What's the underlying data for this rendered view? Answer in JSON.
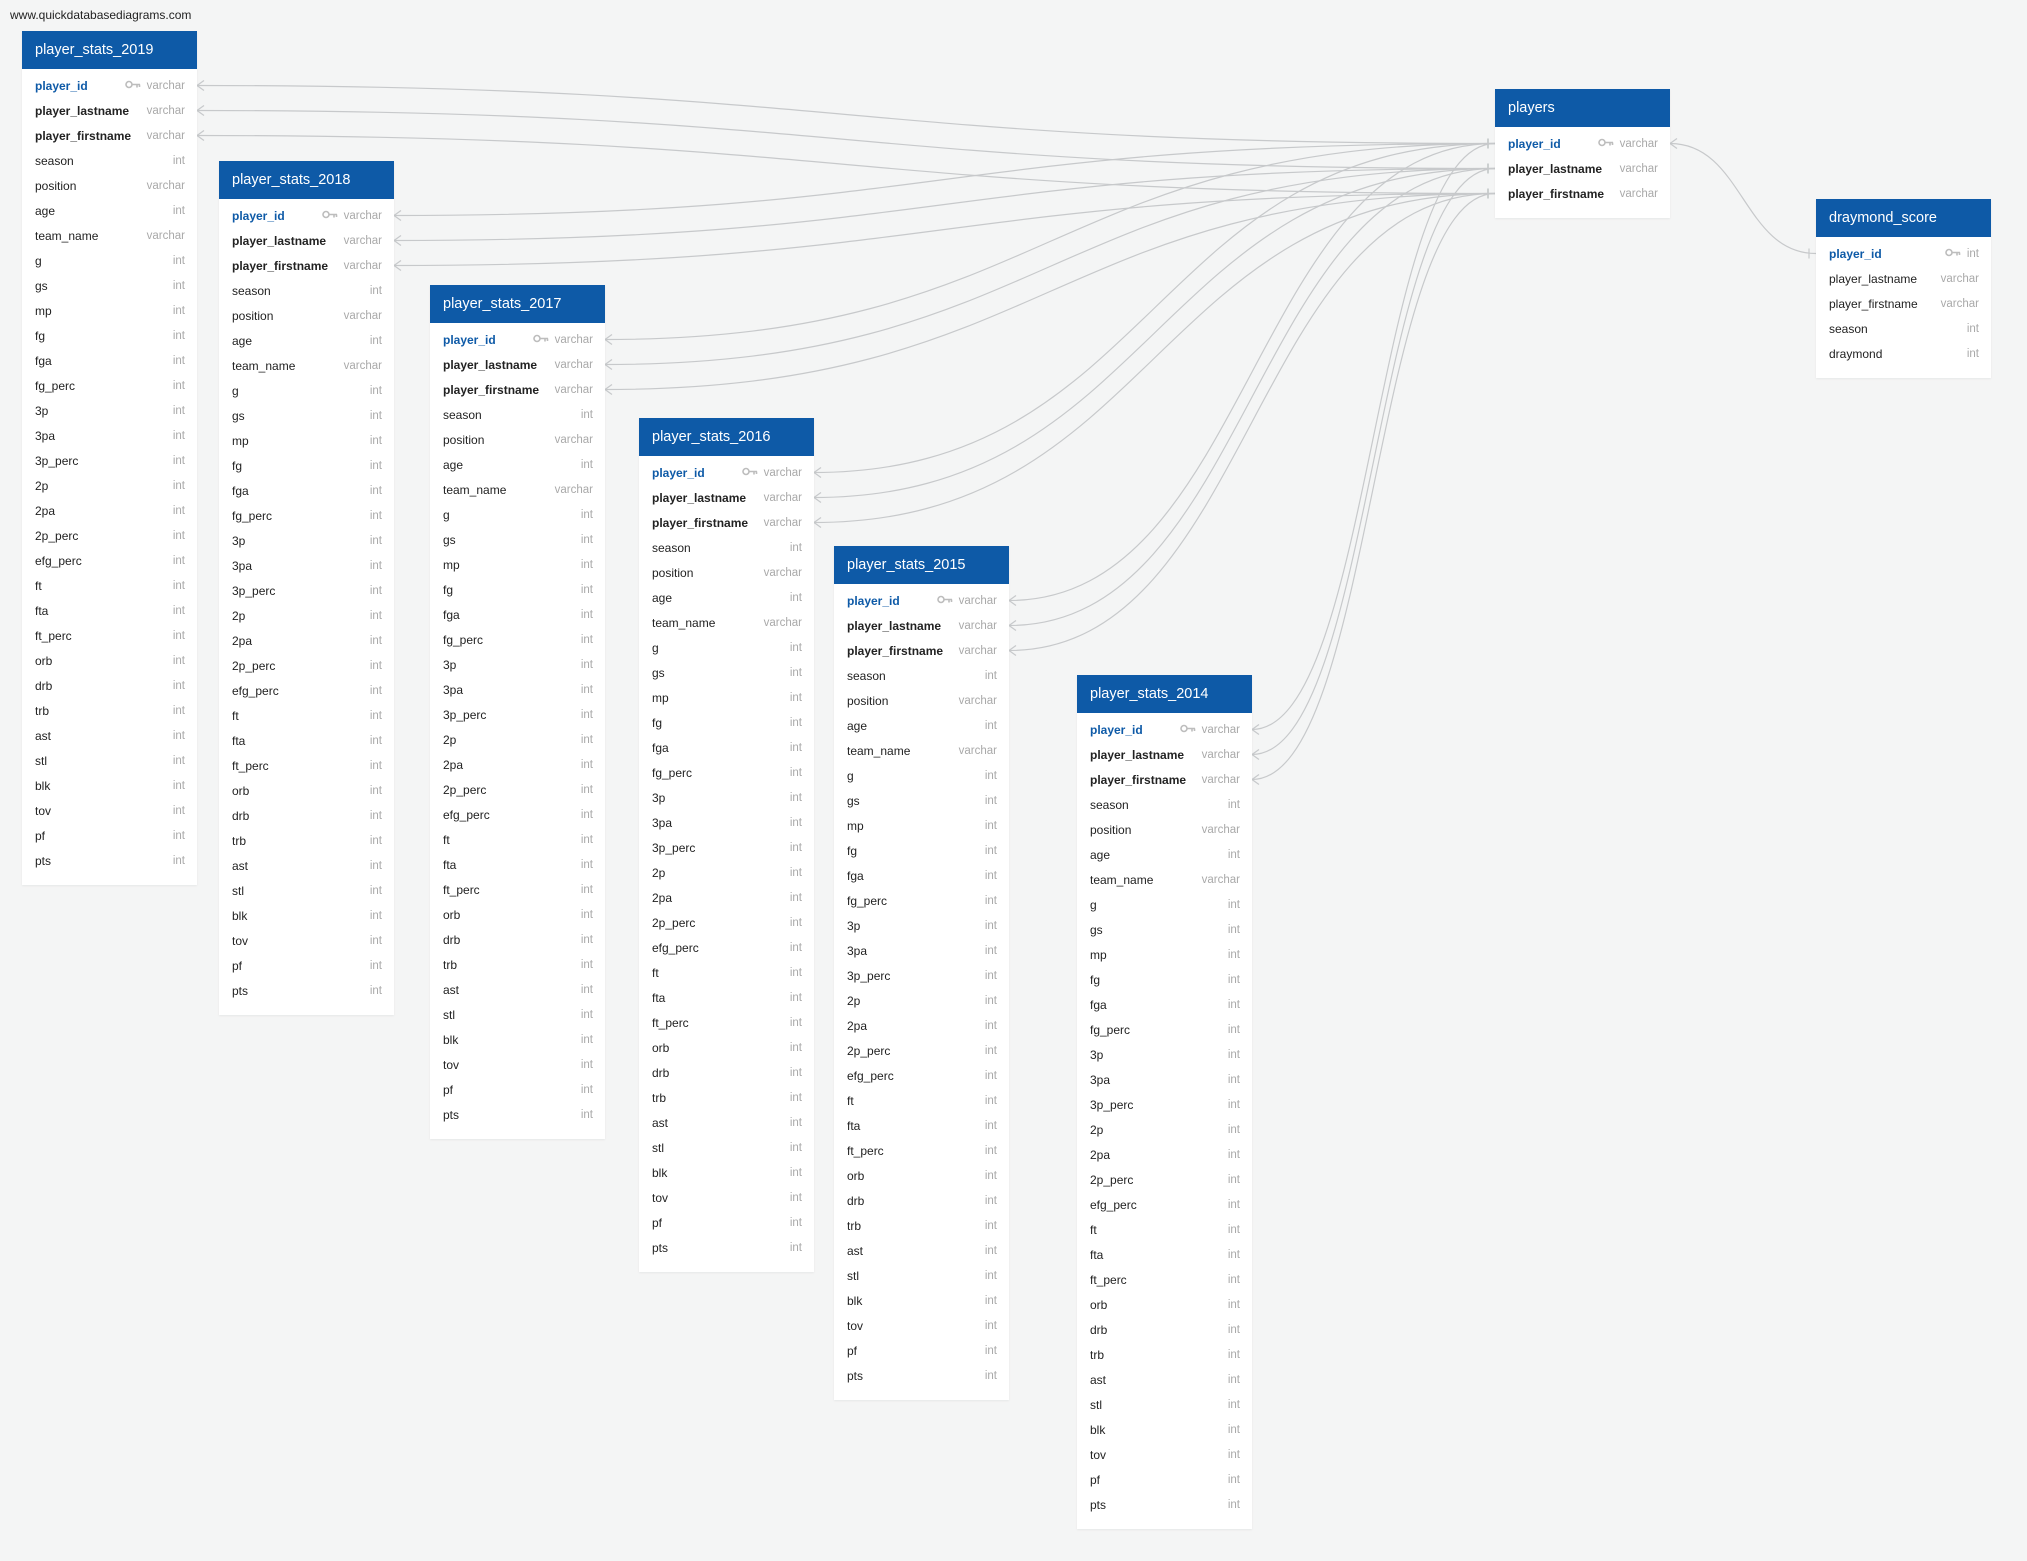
{
  "site_url": "www.quickdatabasediagrams.com",
  "icons": {
    "primary_key": "key-icon"
  },
  "colors": {
    "header": "#0e5aa7",
    "background": "#f4f5f5",
    "pk_text": "#0e5aa7",
    "type_text": "#a9a9a9",
    "link_line": "#c7c9cb"
  },
  "tables": [
    {
      "id": "player_stats_2019",
      "title": "player_stats_2019",
      "columns": [
        {
          "name": "player_id",
          "type": "varchar",
          "pk": true
        },
        {
          "name": "player_lastname",
          "type": "varchar",
          "fk": true
        },
        {
          "name": "player_firstname",
          "type": "varchar",
          "fk": true
        },
        {
          "name": "season",
          "type": "int"
        },
        {
          "name": "position",
          "type": "varchar"
        },
        {
          "name": "age",
          "type": "int"
        },
        {
          "name": "team_name",
          "type": "varchar"
        },
        {
          "name": "g",
          "type": "int"
        },
        {
          "name": "gs",
          "type": "int"
        },
        {
          "name": "mp",
          "type": "int"
        },
        {
          "name": "fg",
          "type": "int"
        },
        {
          "name": "fga",
          "type": "int"
        },
        {
          "name": "fg_perc",
          "type": "int"
        },
        {
          "name": "3p",
          "type": "int"
        },
        {
          "name": "3pa",
          "type": "int"
        },
        {
          "name": "3p_perc",
          "type": "int"
        },
        {
          "name": "2p",
          "type": "int"
        },
        {
          "name": "2pa",
          "type": "int"
        },
        {
          "name": "2p_perc",
          "type": "int"
        },
        {
          "name": "efg_perc",
          "type": "int"
        },
        {
          "name": "ft",
          "type": "int"
        },
        {
          "name": "fta",
          "type": "int"
        },
        {
          "name": "ft_perc",
          "type": "int"
        },
        {
          "name": "orb",
          "type": "int"
        },
        {
          "name": "drb",
          "type": "int"
        },
        {
          "name": "trb",
          "type": "int"
        },
        {
          "name": "ast",
          "type": "int"
        },
        {
          "name": "stl",
          "type": "int"
        },
        {
          "name": "blk",
          "type": "int"
        },
        {
          "name": "tov",
          "type": "int"
        },
        {
          "name": "pf",
          "type": "int"
        },
        {
          "name": "pts",
          "type": "int"
        }
      ]
    },
    {
      "id": "player_stats_2018",
      "title": "player_stats_2018",
      "columns": [
        {
          "name": "player_id",
          "type": "varchar",
          "pk": true
        },
        {
          "name": "player_lastname",
          "type": "varchar",
          "fk": true
        },
        {
          "name": "player_firstname",
          "type": "varchar",
          "fk": true
        },
        {
          "name": "season",
          "type": "int"
        },
        {
          "name": "position",
          "type": "varchar"
        },
        {
          "name": "age",
          "type": "int"
        },
        {
          "name": "team_name",
          "type": "varchar"
        },
        {
          "name": "g",
          "type": "int"
        },
        {
          "name": "gs",
          "type": "int"
        },
        {
          "name": "mp",
          "type": "int"
        },
        {
          "name": "fg",
          "type": "int"
        },
        {
          "name": "fga",
          "type": "int"
        },
        {
          "name": "fg_perc",
          "type": "int"
        },
        {
          "name": "3p",
          "type": "int"
        },
        {
          "name": "3pa",
          "type": "int"
        },
        {
          "name": "3p_perc",
          "type": "int"
        },
        {
          "name": "2p",
          "type": "int"
        },
        {
          "name": "2pa",
          "type": "int"
        },
        {
          "name": "2p_perc",
          "type": "int"
        },
        {
          "name": "efg_perc",
          "type": "int"
        },
        {
          "name": "ft",
          "type": "int"
        },
        {
          "name": "fta",
          "type": "int"
        },
        {
          "name": "ft_perc",
          "type": "int"
        },
        {
          "name": "orb",
          "type": "int"
        },
        {
          "name": "drb",
          "type": "int"
        },
        {
          "name": "trb",
          "type": "int"
        },
        {
          "name": "ast",
          "type": "int"
        },
        {
          "name": "stl",
          "type": "int"
        },
        {
          "name": "blk",
          "type": "int"
        },
        {
          "name": "tov",
          "type": "int"
        },
        {
          "name": "pf",
          "type": "int"
        },
        {
          "name": "pts",
          "type": "int"
        }
      ]
    },
    {
      "id": "player_stats_2017",
      "title": "player_stats_2017",
      "columns": [
        {
          "name": "player_id",
          "type": "varchar",
          "pk": true
        },
        {
          "name": "player_lastname",
          "type": "varchar",
          "fk": true
        },
        {
          "name": "player_firstname",
          "type": "varchar",
          "fk": true
        },
        {
          "name": "season",
          "type": "int"
        },
        {
          "name": "position",
          "type": "varchar"
        },
        {
          "name": "age",
          "type": "int"
        },
        {
          "name": "team_name",
          "type": "varchar"
        },
        {
          "name": "g",
          "type": "int"
        },
        {
          "name": "gs",
          "type": "int"
        },
        {
          "name": "mp",
          "type": "int"
        },
        {
          "name": "fg",
          "type": "int"
        },
        {
          "name": "fga",
          "type": "int"
        },
        {
          "name": "fg_perc",
          "type": "int"
        },
        {
          "name": "3p",
          "type": "int"
        },
        {
          "name": "3pa",
          "type": "int"
        },
        {
          "name": "3p_perc",
          "type": "int"
        },
        {
          "name": "2p",
          "type": "int"
        },
        {
          "name": "2pa",
          "type": "int"
        },
        {
          "name": "2p_perc",
          "type": "int"
        },
        {
          "name": "efg_perc",
          "type": "int"
        },
        {
          "name": "ft",
          "type": "int"
        },
        {
          "name": "fta",
          "type": "int"
        },
        {
          "name": "ft_perc",
          "type": "int"
        },
        {
          "name": "orb",
          "type": "int"
        },
        {
          "name": "drb",
          "type": "int"
        },
        {
          "name": "trb",
          "type": "int"
        },
        {
          "name": "ast",
          "type": "int"
        },
        {
          "name": "stl",
          "type": "int"
        },
        {
          "name": "blk",
          "type": "int"
        },
        {
          "name": "tov",
          "type": "int"
        },
        {
          "name": "pf",
          "type": "int"
        },
        {
          "name": "pts",
          "type": "int"
        }
      ]
    },
    {
      "id": "player_stats_2016",
      "title": "player_stats_2016",
      "columns": [
        {
          "name": "player_id",
          "type": "varchar",
          "pk": true
        },
        {
          "name": "player_lastname",
          "type": "varchar",
          "fk": true
        },
        {
          "name": "player_firstname",
          "type": "varchar",
          "fk": true
        },
        {
          "name": "season",
          "type": "int"
        },
        {
          "name": "position",
          "type": "varchar"
        },
        {
          "name": "age",
          "type": "int"
        },
        {
          "name": "team_name",
          "type": "varchar"
        },
        {
          "name": "g",
          "type": "int"
        },
        {
          "name": "gs",
          "type": "int"
        },
        {
          "name": "mp",
          "type": "int"
        },
        {
          "name": "fg",
          "type": "int"
        },
        {
          "name": "fga",
          "type": "int"
        },
        {
          "name": "fg_perc",
          "type": "int"
        },
        {
          "name": "3p",
          "type": "int"
        },
        {
          "name": "3pa",
          "type": "int"
        },
        {
          "name": "3p_perc",
          "type": "int"
        },
        {
          "name": "2p",
          "type": "int"
        },
        {
          "name": "2pa",
          "type": "int"
        },
        {
          "name": "2p_perc",
          "type": "int"
        },
        {
          "name": "efg_perc",
          "type": "int"
        },
        {
          "name": "ft",
          "type": "int"
        },
        {
          "name": "fta",
          "type": "int"
        },
        {
          "name": "ft_perc",
          "type": "int"
        },
        {
          "name": "orb",
          "type": "int"
        },
        {
          "name": "drb",
          "type": "int"
        },
        {
          "name": "trb",
          "type": "int"
        },
        {
          "name": "ast",
          "type": "int"
        },
        {
          "name": "stl",
          "type": "int"
        },
        {
          "name": "blk",
          "type": "int"
        },
        {
          "name": "tov",
          "type": "int"
        },
        {
          "name": "pf",
          "type": "int"
        },
        {
          "name": "pts",
          "type": "int"
        }
      ]
    },
    {
      "id": "player_stats_2015",
      "title": "player_stats_2015",
      "columns": [
        {
          "name": "player_id",
          "type": "varchar",
          "pk": true
        },
        {
          "name": "player_lastname",
          "type": "varchar",
          "fk": true
        },
        {
          "name": "player_firstname",
          "type": "varchar",
          "fk": true
        },
        {
          "name": "season",
          "type": "int"
        },
        {
          "name": "position",
          "type": "varchar"
        },
        {
          "name": "age",
          "type": "int"
        },
        {
          "name": "team_name",
          "type": "varchar"
        },
        {
          "name": "g",
          "type": "int"
        },
        {
          "name": "gs",
          "type": "int"
        },
        {
          "name": "mp",
          "type": "int"
        },
        {
          "name": "fg",
          "type": "int"
        },
        {
          "name": "fga",
          "type": "int"
        },
        {
          "name": "fg_perc",
          "type": "int"
        },
        {
          "name": "3p",
          "type": "int"
        },
        {
          "name": "3pa",
          "type": "int"
        },
        {
          "name": "3p_perc",
          "type": "int"
        },
        {
          "name": "2p",
          "type": "int"
        },
        {
          "name": "2pa",
          "type": "int"
        },
        {
          "name": "2p_perc",
          "type": "int"
        },
        {
          "name": "efg_perc",
          "type": "int"
        },
        {
          "name": "ft",
          "type": "int"
        },
        {
          "name": "fta",
          "type": "int"
        },
        {
          "name": "ft_perc",
          "type": "int"
        },
        {
          "name": "orb",
          "type": "int"
        },
        {
          "name": "drb",
          "type": "int"
        },
        {
          "name": "trb",
          "type": "int"
        },
        {
          "name": "ast",
          "type": "int"
        },
        {
          "name": "stl",
          "type": "int"
        },
        {
          "name": "blk",
          "type": "int"
        },
        {
          "name": "tov",
          "type": "int"
        },
        {
          "name": "pf",
          "type": "int"
        },
        {
          "name": "pts",
          "type": "int"
        }
      ]
    },
    {
      "id": "player_stats_2014",
      "title": "player_stats_2014",
      "columns": [
        {
          "name": "player_id",
          "type": "varchar",
          "pk": true
        },
        {
          "name": "player_lastname",
          "type": "varchar",
          "fk": true
        },
        {
          "name": "player_firstname",
          "type": "varchar",
          "fk": true
        },
        {
          "name": "season",
          "type": "int"
        },
        {
          "name": "position",
          "type": "varchar"
        },
        {
          "name": "age",
          "type": "int"
        },
        {
          "name": "team_name",
          "type": "varchar"
        },
        {
          "name": "g",
          "type": "int"
        },
        {
          "name": "gs",
          "type": "int"
        },
        {
          "name": "mp",
          "type": "int"
        },
        {
          "name": "fg",
          "type": "int"
        },
        {
          "name": "fga",
          "type": "int"
        },
        {
          "name": "fg_perc",
          "type": "int"
        },
        {
          "name": "3p",
          "type": "int"
        },
        {
          "name": "3pa",
          "type": "int"
        },
        {
          "name": "3p_perc",
          "type": "int"
        },
        {
          "name": "2p",
          "type": "int"
        },
        {
          "name": "2pa",
          "type": "int"
        },
        {
          "name": "2p_perc",
          "type": "int"
        },
        {
          "name": "efg_perc",
          "type": "int"
        },
        {
          "name": "ft",
          "type": "int"
        },
        {
          "name": "fta",
          "type": "int"
        },
        {
          "name": "ft_perc",
          "type": "int"
        },
        {
          "name": "orb",
          "type": "int"
        },
        {
          "name": "drb",
          "type": "int"
        },
        {
          "name": "trb",
          "type": "int"
        },
        {
          "name": "ast",
          "type": "int"
        },
        {
          "name": "stl",
          "type": "int"
        },
        {
          "name": "blk",
          "type": "int"
        },
        {
          "name": "tov",
          "type": "int"
        },
        {
          "name": "pf",
          "type": "int"
        },
        {
          "name": "pts",
          "type": "int"
        }
      ]
    },
    {
      "id": "players",
      "title": "players",
      "columns": [
        {
          "name": "player_id",
          "type": "varchar",
          "pk": true
        },
        {
          "name": "player_lastname",
          "type": "varchar",
          "fk": true
        },
        {
          "name": "player_firstname",
          "type": "varchar",
          "fk": true
        }
      ]
    },
    {
      "id": "draymond_score",
      "title": "draymond_score",
      "columns": [
        {
          "name": "player_id",
          "type": "int",
          "pk": true
        },
        {
          "name": "player_lastname",
          "type": "varchar"
        },
        {
          "name": "player_firstname",
          "type": "varchar"
        },
        {
          "name": "season",
          "type": "int"
        },
        {
          "name": "draymond",
          "type": "int"
        }
      ]
    }
  ],
  "relationships": [
    {
      "from": "player_stats_2019",
      "from_col": 0,
      "to": "players",
      "to_col": 0
    },
    {
      "from": "player_stats_2019",
      "from_col": 1,
      "to": "players",
      "to_col": 1
    },
    {
      "from": "player_stats_2019",
      "from_col": 2,
      "to": "players",
      "to_col": 2
    },
    {
      "from": "player_stats_2018",
      "from_col": 0,
      "to": "players",
      "to_col": 0
    },
    {
      "from": "player_stats_2018",
      "from_col": 1,
      "to": "players",
      "to_col": 1
    },
    {
      "from": "player_stats_2018",
      "from_col": 2,
      "to": "players",
      "to_col": 2
    },
    {
      "from": "player_stats_2017",
      "from_col": 0,
      "to": "players",
      "to_col": 0
    },
    {
      "from": "player_stats_2017",
      "from_col": 1,
      "to": "players",
      "to_col": 1
    },
    {
      "from": "player_stats_2017",
      "from_col": 2,
      "to": "players",
      "to_col": 2
    },
    {
      "from": "player_stats_2016",
      "from_col": 0,
      "to": "players",
      "to_col": 0
    },
    {
      "from": "player_stats_2016",
      "from_col": 1,
      "to": "players",
      "to_col": 1
    },
    {
      "from": "player_stats_2016",
      "from_col": 2,
      "to": "players",
      "to_col": 2
    },
    {
      "from": "player_stats_2015",
      "from_col": 0,
      "to": "players",
      "to_col": 0
    },
    {
      "from": "player_stats_2015",
      "from_col": 1,
      "to": "players",
      "to_col": 1
    },
    {
      "from": "player_stats_2015",
      "from_col": 2,
      "to": "players",
      "to_col": 2
    },
    {
      "from": "player_stats_2014",
      "from_col": 0,
      "to": "players",
      "to_col": 0
    },
    {
      "from": "player_stats_2014",
      "from_col": 1,
      "to": "players",
      "to_col": 1
    },
    {
      "from": "player_stats_2014",
      "from_col": 2,
      "to": "players",
      "to_col": 2
    },
    {
      "from": "players",
      "from_col": 0,
      "to": "draymond_score",
      "to_col": 0
    }
  ]
}
